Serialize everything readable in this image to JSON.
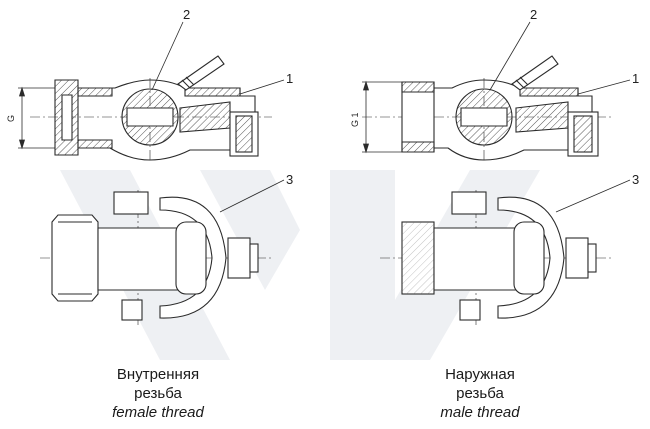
{
  "left_figure": {
    "dimension_label": "G",
    "callouts": [
      "2",
      "1",
      "3"
    ],
    "caption": {
      "line1": "Внутренняя",
      "line2": "резьба",
      "line3": "female thread"
    }
  },
  "right_figure": {
    "dimension_label": "G 1",
    "callouts": [
      "2",
      "1",
      "3"
    ],
    "caption": {
      "line1": "Наружная",
      "line2": "резьба",
      "line3": "male thread"
    }
  },
  "colors": {
    "line": "#2b2b2b",
    "hatch": "#444444",
    "watermark": "#eef0f3"
  }
}
